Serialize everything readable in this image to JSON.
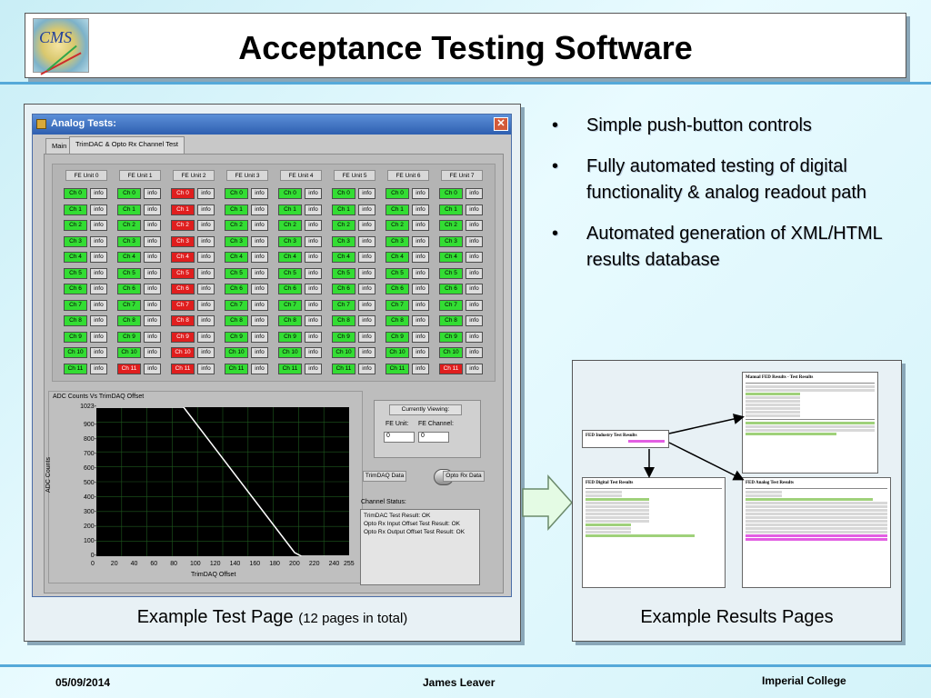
{
  "slide": {
    "title": "Acceptance Testing Software",
    "logo_text": "CMS",
    "bullets": [
      "Simple push-button controls",
      "Fully automated testing of digital functionality & analog readout path",
      "Automated generation of XML/HTML results database"
    ],
    "caption_left_main": "Example Test Page",
    "caption_left_small": "(12 pages in total)",
    "caption_right": "Example Results Pages",
    "footer_date": "05/09/2014",
    "footer_author": "James Leaver",
    "footer_org": "Imperial College"
  },
  "window": {
    "title": "Analog Tests:",
    "close_label": "✕",
    "tabs": [
      "Main",
      "TrimDAC & Opto Rx Channel Test"
    ],
    "fe_units": [
      {
        "label": "FE Unit 0",
        "bad": []
      },
      {
        "label": "FE Unit 1",
        "bad": [
          11
        ]
      },
      {
        "label": "FE Unit 2",
        "bad": [
          0,
          1,
          2,
          3,
          4,
          5,
          6,
          7,
          8,
          9,
          10,
          11
        ]
      },
      {
        "label": "FE Unit 3",
        "bad": []
      },
      {
        "label": "FE Unit 4",
        "bad": []
      },
      {
        "label": "FE Unit 5",
        "bad": []
      },
      {
        "label": "FE Unit 6",
        "bad": []
      },
      {
        "label": "FE Unit 7",
        "bad": [
          11
        ]
      }
    ],
    "channels": [
      "Ch 0",
      "Ch 1",
      "Ch 2",
      "Ch 3",
      "Ch 4",
      "Ch 5",
      "Ch 6",
      "Ch 7",
      "Ch 8",
      "Ch 9",
      "Ch 10",
      "Ch 11"
    ],
    "info_label": "info",
    "graph_title": "ADC Counts Vs TrimDAQ Offset",
    "currently_viewing": "Currently Viewing:",
    "fe_unit_label": "FE Unit:",
    "fe_channel_label": "FE Channel:",
    "fe_unit_value": "0",
    "fe_channel_value": "0",
    "trimdaq_button": "TrimDAQ Data",
    "opto_button": "Opto Rx Data",
    "status_label": "Channel Status:",
    "status_lines": [
      "TrimDAC Test Result: OK",
      "Opto Rx Input Offset Test Result: OK",
      "Opto Rx Output Offset Test Result: OK"
    ]
  },
  "colors": {
    "ok": "#33dd33",
    "bad": "#e01e1e",
    "plot_bg": "#000000",
    "plot_line": "#ffffff"
  },
  "chart_data": {
    "type": "line",
    "title": "ADC Counts Vs TrimDAQ Offset",
    "xlabel": "TrimDAQ Offset",
    "ylabel": "ADC Counts",
    "xlim": [
      0,
      255
    ],
    "ylim": [
      0,
      1023
    ],
    "xticks": [
      "0",
      "20",
      "40",
      "60",
      "80",
      "100",
      "120",
      "140",
      "160",
      "180",
      "200",
      "220",
      "240",
      "255"
    ],
    "yticks": [
      "0-",
      "100-",
      "200-",
      "300-",
      "400-",
      "500-",
      "600-",
      "700-",
      "800-",
      "900-",
      "1023-"
    ],
    "grid": true,
    "series": [
      {
        "x": [
          0,
          88,
          200,
          207,
          255
        ],
        "y": [
          1023,
          1023,
          25,
          0,
          0
        ]
      }
    ]
  },
  "results": {
    "doc1_title": "FED Industry Test Results",
    "doc2_title": "Manual FED Results - Test Results",
    "doc3_title": "FED Digital Test Results",
    "doc4_title": "FED Analog Test Results"
  }
}
